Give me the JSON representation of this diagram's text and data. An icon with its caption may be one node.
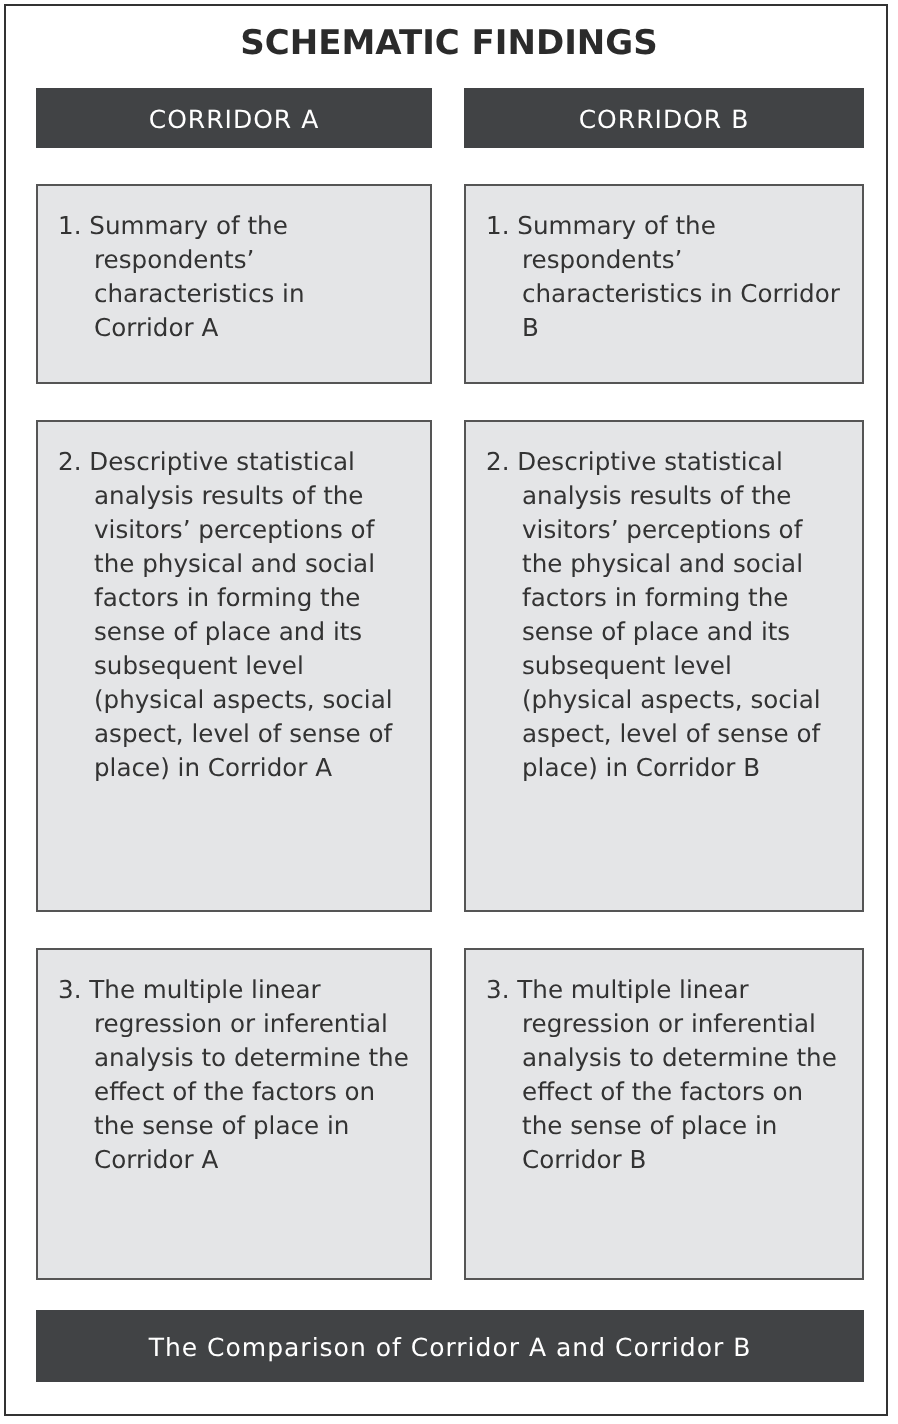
{
  "diagram": {
    "title": "SCHEMATIC FINDINGS",
    "nodes": [
      {
        "text": [
          "CORRIDOR A"
        ]
      },
      {
        "text": [
          "CORRIDOR B"
        ]
      },
      {
        "text": [
          "1. Summary of the respondents’ characteristics in Corridor A"
        ]
      },
      {
        "text": [
          "1. Summary of the respondents’ characteristics in Corridor B"
        ]
      },
      {
        "text": [
          "2. Descriptive statistical analysis results of the visitors’ perceptions of the physical and social factors in forming the sense of place and its subsequent level (physical aspects, social aspect, level of sense of place) in Corridor A"
        ]
      },
      {
        "text": [
          "2. Descriptive statistical analysis results of the visitors’ perceptions of the physical and social factors in forming the sense of place and its subsequent level (physical aspects, social aspect, level of sense of place) in Corridor B"
        ]
      },
      {
        "text": [
          "3. The multiple linear regression or inferential analysis to determine the effect of the factors on the sense of place in Corridor A"
        ]
      },
      {
        "text": [
          "3. The multiple linear regression or inferential analysis to determine the effect of the factors on the sense of place in Corridor B"
        ]
      },
      {
        "text": [
          "The Comparison of Corridor A and Corridor B"
        ]
      }
    ],
    "edges": []
  }
}
